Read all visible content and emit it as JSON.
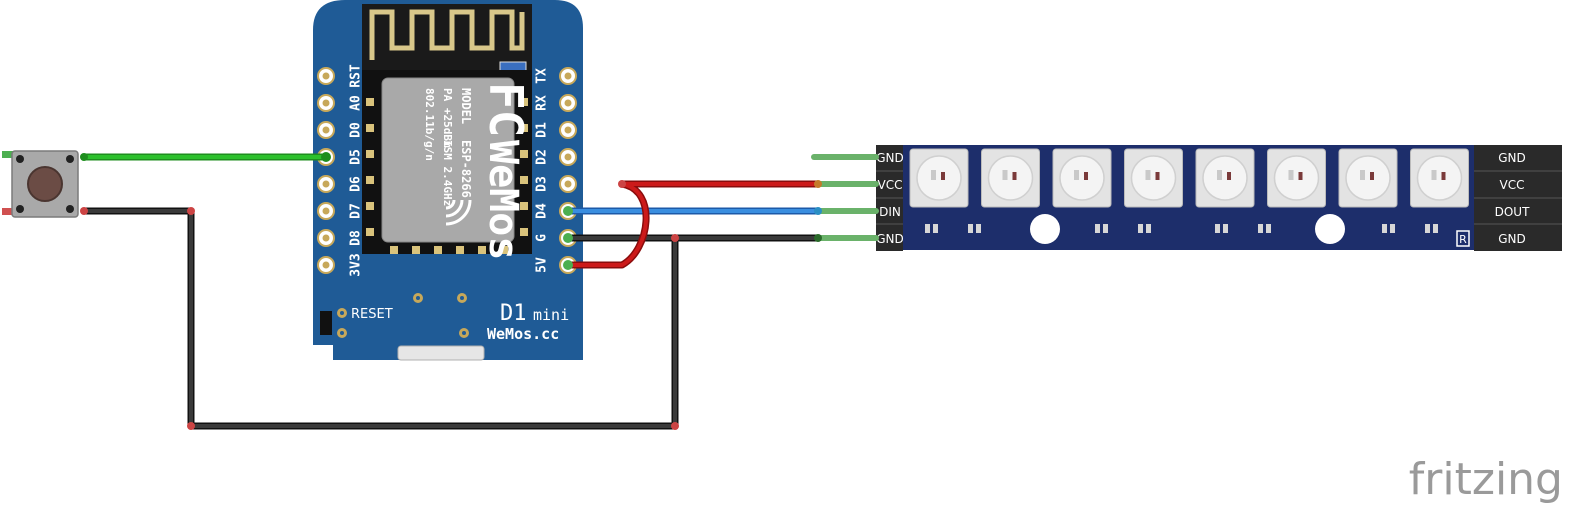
{
  "board": {
    "left_pins": [
      "RST",
      "A0",
      "D0",
      "D5",
      "D6",
      "D7",
      "D8",
      "3V3"
    ],
    "right_pins": [
      "TX",
      "RX",
      "D1",
      "D2",
      "D3",
      "D4",
      "G",
      "5V"
    ],
    "chip_brand": "WeMos",
    "chip_model_label": "MODEL",
    "chip_model": "ESP-8266",
    "chip_spec_1": "ISM 2.4GHz",
    "chip_spec_2": "PA +25dBm",
    "chip_spec_3": "802.11b/g/n",
    "fcc_mark": "FC",
    "reset_label": "RESET",
    "name_big": "D1",
    "name_small": "mini",
    "site": "WeMos.cc",
    "color": "#1f5b96"
  },
  "led_strip": {
    "left_pins": [
      "GND",
      "VCC",
      "DIN",
      "GND"
    ],
    "right_pins": [
      "GND",
      "VCC",
      "DOUT",
      "GND"
    ],
    "led_count": 8,
    "registered_mark": "R",
    "color": "#1d2e6b"
  },
  "button": {
    "icon": "push-button-icon"
  },
  "wires": {
    "green": "#2cc02c",
    "red": "#c41414",
    "blue": "#3a7fd0",
    "black": "#262626"
  },
  "watermark": "fritzing"
}
